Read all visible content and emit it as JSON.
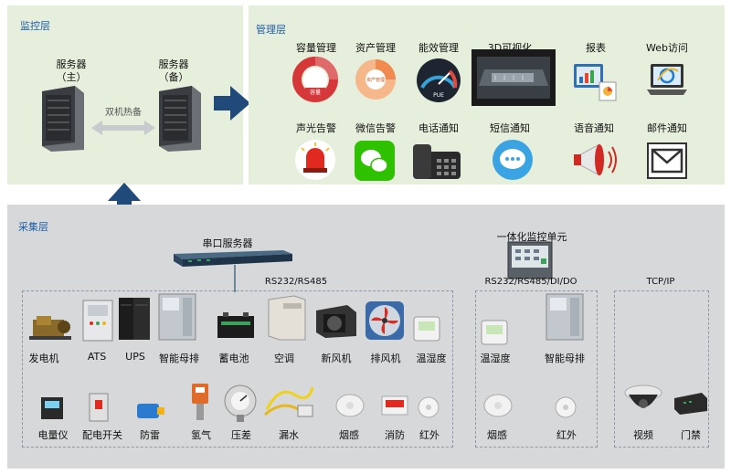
{
  "monitor_layer": {
    "title": "监控层",
    "server_main": [
      "服务器",
      "（主）"
    ],
    "server_backup": [
      "服务器",
      "（备）"
    ],
    "hot_standby": "双机热备"
  },
  "management_layer": {
    "title": "管理层",
    "modules": [
      "容量管理",
      "资产管理",
      "能效管理",
      "3D可视化",
      "报表",
      "Web访问",
      "声光告警",
      "微信告警",
      "电话通知",
      "短信通知",
      "语音通知",
      "邮件通知"
    ],
    "badges": {
      "capacity": "容量",
      "asset": "资产管理",
      "pue": "PUE"
    }
  },
  "collection_layer": {
    "title": "采集层",
    "serial_server": "串口服务器",
    "integrated_unit": "一体化监控单元",
    "proto_main": "RS232/RS485",
    "proto_unit": "RS232/RS485/DI/DO",
    "proto_tcp": "TCP/IP",
    "row1": [
      "发电机",
      "ATS",
      "UPS",
      "智能母排",
      "蓄电池",
      "空调",
      "新风机",
      "排风机",
      "温湿度"
    ],
    "row2": [
      "电量仪",
      "配电开关",
      "防雷",
      "氢气",
      "压差",
      "漏水",
      "烟感",
      "消防",
      "红外"
    ],
    "unit_row1": [
      "温湿度",
      "智能母排"
    ],
    "unit_row2": [
      "烟感",
      "红外"
    ],
    "tcp_row": [
      "视频",
      "门禁"
    ]
  },
  "colors": {
    "panel_green": "#e6eedc",
    "panel_gray": "#d6d8da",
    "title_blue": "#1f5fa8",
    "arrow_navy": "#1f4a7a"
  }
}
